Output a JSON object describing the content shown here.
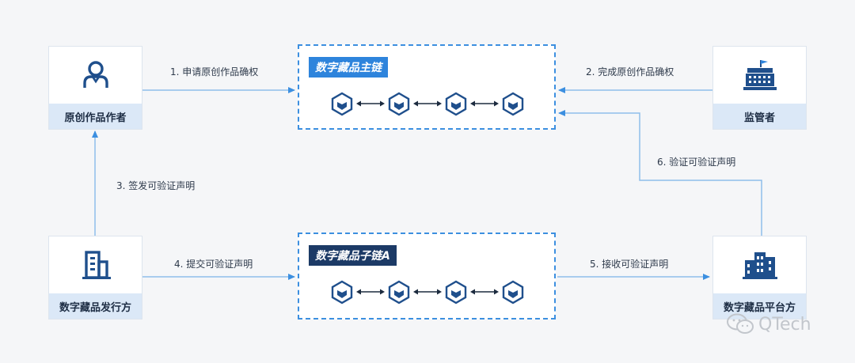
{
  "colors": {
    "accent": "#3c8fe0",
    "main_chain_title_bg": "#2e84dc",
    "sub_chain_title_bg": "#1c3a66",
    "node_label_bg": "#dbe8f7",
    "icon_color": "#1f4f8c",
    "block_color": "#1f4f8c"
  },
  "nodes": {
    "author": {
      "label": "原创作品作者",
      "icon": "person-icon"
    },
    "regulator": {
      "label": "监管者",
      "icon": "government-building-icon"
    },
    "issuer": {
      "label": "数字藏品发行方",
      "icon": "office-building-icon"
    },
    "platform": {
      "label": "数字藏品平台方",
      "icon": "city-buildings-icon"
    }
  },
  "chains": {
    "main": {
      "title": "数字藏品主链",
      "block_count": 4
    },
    "sub": {
      "title": "数字藏品子链A",
      "block_count": 4
    }
  },
  "edges": {
    "e1": "1. 申请原创作品确权",
    "e2": "2. 完成原创作品确权",
    "e3": "3. 签发可验证声明",
    "e4": "4. 提交可验证声明",
    "e5": "5. 接收可验证声明",
    "e6": "6. 验证可验证声明"
  },
  "watermark": {
    "text": "QTech",
    "icon": "wechat-icon"
  }
}
